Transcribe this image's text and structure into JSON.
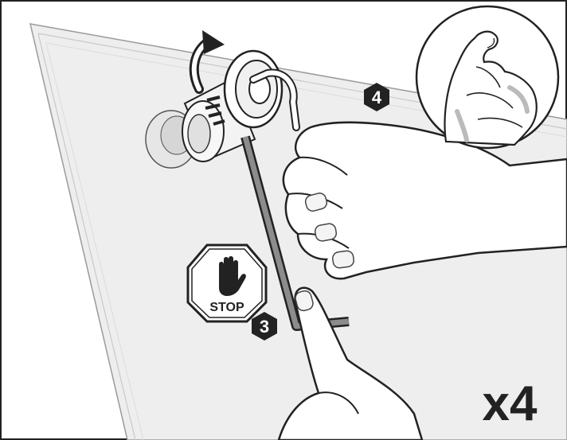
{
  "steps": {
    "step_three": "3",
    "step_four": "4"
  },
  "stop_sign": {
    "text": "STOP"
  },
  "multiplier": "x4",
  "colors": {
    "outline": "#222222",
    "panel": "#eeeeee",
    "panel_edge": "#cfcfcf",
    "skin": "#ffffff",
    "badge": "#222222",
    "badge_text": "#ffffff",
    "background": "#ffffff"
  },
  "icons": {
    "rotation_arrow": "curved-arrow-icon",
    "strength": "flexed-bicep-icon",
    "stop": "stop-hand-icon"
  }
}
